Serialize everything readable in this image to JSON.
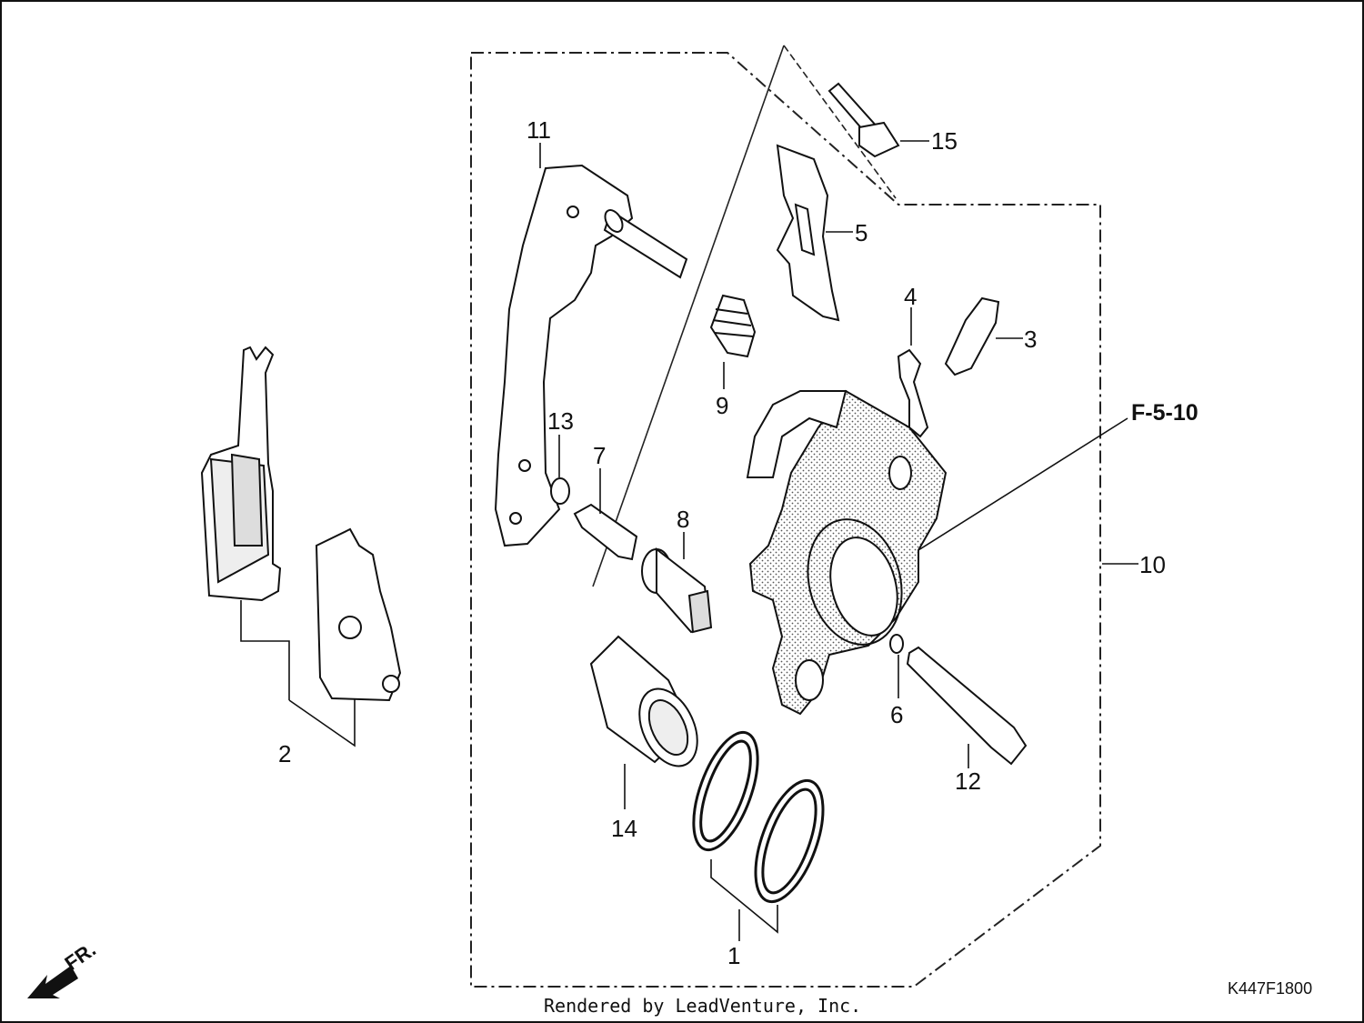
{
  "diagram": {
    "part_callouts": [
      {
        "id": "1",
        "label": "1"
      },
      {
        "id": "2",
        "label": "2"
      },
      {
        "id": "3",
        "label": "3"
      },
      {
        "id": "4",
        "label": "4"
      },
      {
        "id": "5",
        "label": "5"
      },
      {
        "id": "6",
        "label": "6"
      },
      {
        "id": "7",
        "label": "7"
      },
      {
        "id": "8",
        "label": "8"
      },
      {
        "id": "9",
        "label": "9"
      },
      {
        "id": "10",
        "label": "10"
      },
      {
        "id": "11",
        "label": "11"
      },
      {
        "id": "12",
        "label": "12"
      },
      {
        "id": "13",
        "label": "13"
      },
      {
        "id": "14",
        "label": "14"
      },
      {
        "id": "15",
        "label": "15"
      }
    ],
    "reference_label": "F-5-10",
    "front_indicator": "FR.",
    "diagram_code": "K447F1800",
    "credit": "Rendered by LeadVenture, Inc."
  }
}
